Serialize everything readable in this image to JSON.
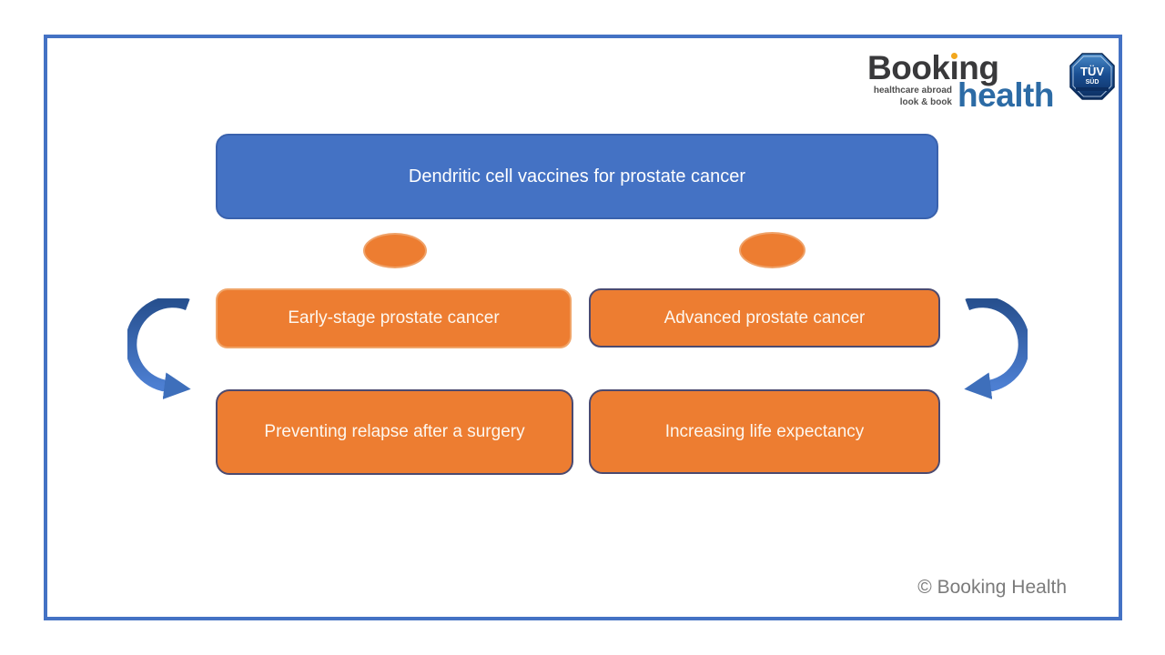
{
  "page": {
    "background": "#ffffff",
    "frame_border_color": "#4472C4"
  },
  "logo": {
    "wordmark_line1": "Booking",
    "wordmark_line1_parts": {
      "pre": "Book",
      "i": "ı",
      "post": "ng"
    },
    "wordmark_line2": "health",
    "tagline": [
      "healthcare abroad",
      "look & book"
    ],
    "colors": {
      "wordmark_line1": "#39393b",
      "wordmark_line2": "#2c6ba5",
      "i_dot": "#f2a71d"
    },
    "badge": {
      "line1": "TÜV",
      "line2": "SÜD",
      "color": "#1a4f93"
    }
  },
  "diagram": {
    "title": "Dendritic cell vaccines for prostate cancer",
    "title_fill": "#4472C4",
    "node_fill": "#ED7D31",
    "arrow_color_top": "#27508f",
    "arrow_color_bottom": "#4d7fd2",
    "nodes": {
      "early": "Early-stage prostate cancer",
      "advanced": "Advanced prostate cancer",
      "prevent": "Preventing relapse after a surgery",
      "increase": "Increasing life expectancy"
    }
  },
  "footer": {
    "copyright": "© Booking Health"
  }
}
